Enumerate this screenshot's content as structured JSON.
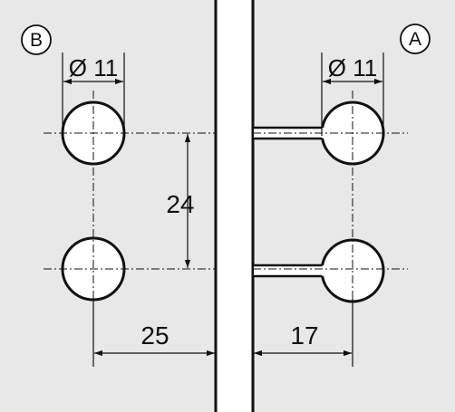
{
  "panels": {
    "left": {
      "tag": "B",
      "hole_label": "Ø 11",
      "spacing_label": "24",
      "edge_offset_label": "25"
    },
    "right": {
      "tag": "A",
      "hole_label": "Ø 11",
      "edge_offset_label": "17"
    }
  },
  "colors": {
    "panel_fill": "#e8e8e8",
    "background": "#ffffff",
    "line": "#111111"
  }
}
